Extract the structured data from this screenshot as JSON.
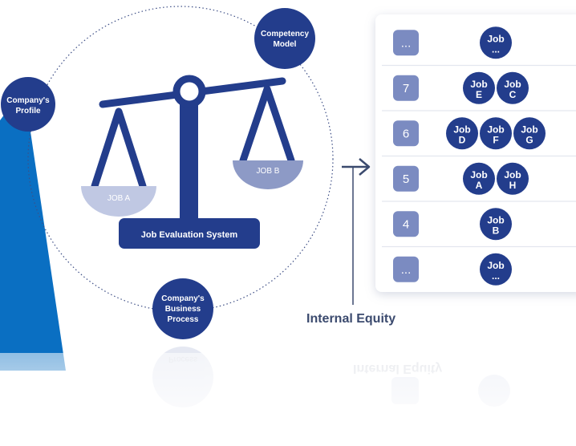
{
  "scale": {
    "base_label": "Job Evaluation System",
    "left_pan_label": "JOB A",
    "right_pan_label": "JOB B"
  },
  "nodes": {
    "competency": [
      "Competency",
      "Model"
    ],
    "profile": [
      "Company's",
      "Profile"
    ],
    "process": [
      "Company's",
      "Business",
      "Process"
    ]
  },
  "output_label": "Internal Equity",
  "grades": [
    {
      "grade": "...",
      "jobs": [
        "..."
      ]
    },
    {
      "grade": "7",
      "jobs": [
        "E",
        "C"
      ]
    },
    {
      "grade": "6",
      "jobs": [
        "D",
        "F",
        "G"
      ]
    },
    {
      "grade": "5",
      "jobs": [
        "A",
        "H"
      ]
    },
    {
      "grade": "4",
      "jobs": [
        "B"
      ]
    },
    {
      "grade": "...",
      "jobs": [
        "..."
      ]
    }
  ],
  "job_word": "Job",
  "colors": {
    "accent_blue": "#0a6fc2",
    "navy": "#233d8c",
    "slate": "#8d9ac6",
    "pale": "#c0c8e3",
    "grade_box": "#7b8bc1"
  }
}
